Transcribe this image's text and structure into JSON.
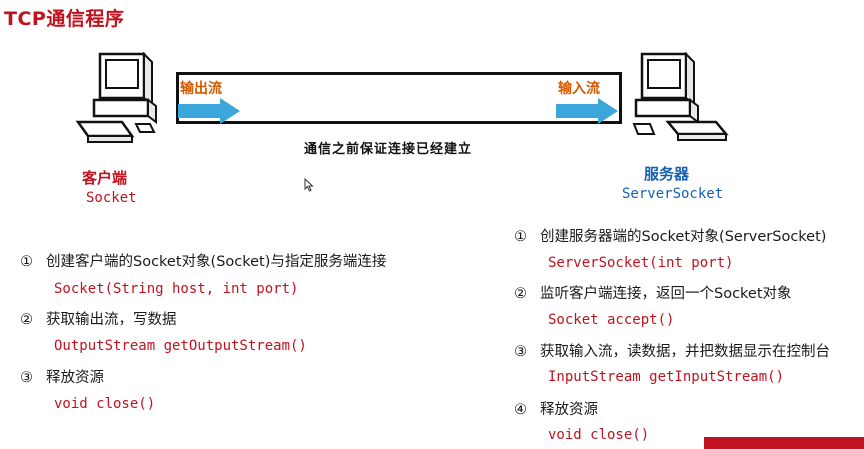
{
  "title": "TCP通信程序",
  "pipe": {
    "out_label": "输出流",
    "in_label": "输入流",
    "note": "通信之前保证连接已经建立"
  },
  "client": {
    "label": "客户端",
    "sublabel": "Socket"
  },
  "server": {
    "label": "服务器",
    "sublabel": "ServerSocket"
  },
  "client_steps": [
    {
      "num": "①",
      "text": "创建客户端的Socket对象(Socket)与指定服务端连接",
      "code": "Socket(String host, int port)"
    },
    {
      "num": "②",
      "text": "获取输出流，写数据",
      "code": "OutputStream getOutputStream()"
    },
    {
      "num": "③",
      "text": "释放资源",
      "code": "void close()"
    }
  ],
  "server_steps": [
    {
      "num": "①",
      "text": "创建服务器端的Socket对象(ServerSocket)",
      "code": "ServerSocket(int port)"
    },
    {
      "num": "②",
      "text": "监听客户端连接，返回一个Socket对象",
      "code": "Socket accept()"
    },
    {
      "num": "③",
      "text": "获取输入流，读数据，并把数据显示在控制台",
      "code": "InputStream getInputStream()"
    },
    {
      "num": "④",
      "text": "释放资源",
      "code": "void close()"
    }
  ],
  "colors": {
    "accent_red": "#c1121f",
    "accent_blue": "#1560b3",
    "arrow": "#3aa6dc"
  },
  "icons": [
    "computer-icon",
    "arrow-right-icon",
    "cursor-icon"
  ]
}
